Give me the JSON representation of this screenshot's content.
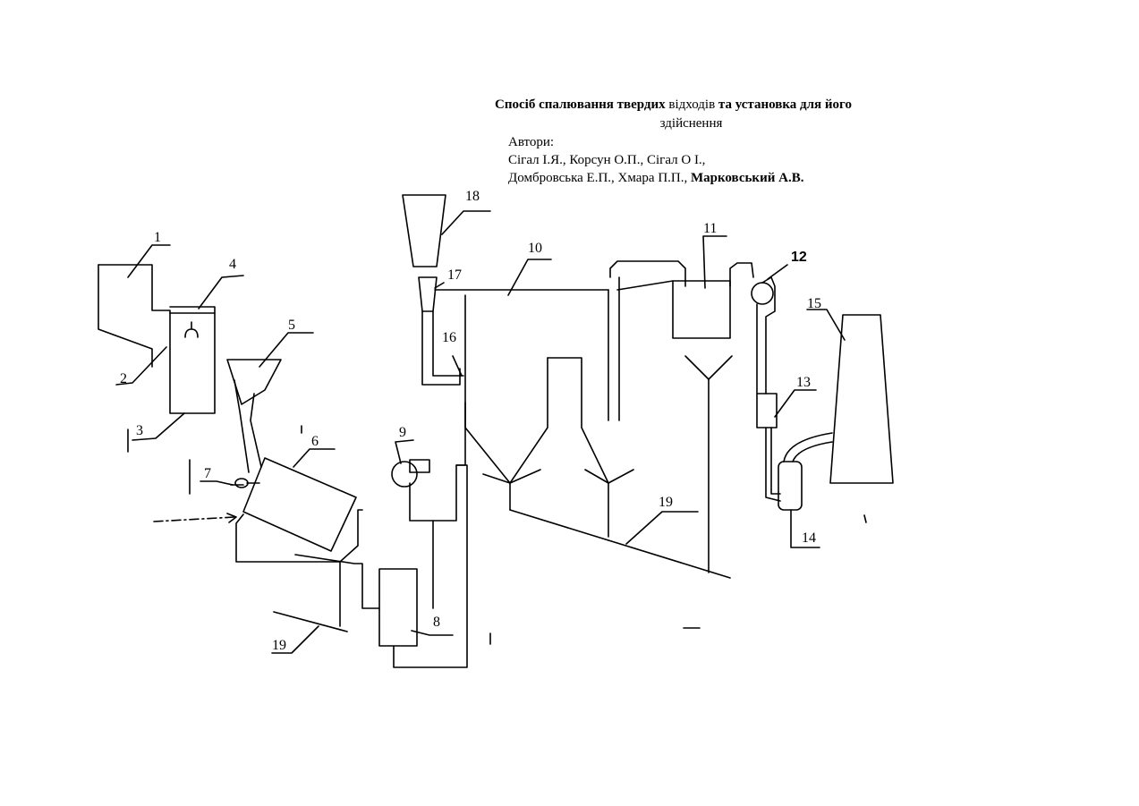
{
  "title": {
    "bold_part": "Спосіб спалювання твердих",
    "normal_part": "відходів",
    "bold_part2": "та установка для його",
    "line2": "здійснення"
  },
  "authors": {
    "label": "Автори:",
    "line1": "Сігал І.Я., Корсун О.П., Сігал О І.,",
    "line2_normal": "Домбровська Е.П., Хмара П.П.,",
    "line2_bold": "Марковський А.В."
  },
  "labels": {
    "l1": "1",
    "l2": "2",
    "l3": "3",
    "l4": "4",
    "l5": "5",
    "l6": "6",
    "l7": "7",
    "l8": "8",
    "l9": "9",
    "l10": "10",
    "l11": "11",
    "l12": "12",
    "l13": "13",
    "l14": "14",
    "l15": "15",
    "l16": "16",
    "l17": "17",
    "l18": "18",
    "l19": "19",
    "l19b": "19"
  }
}
